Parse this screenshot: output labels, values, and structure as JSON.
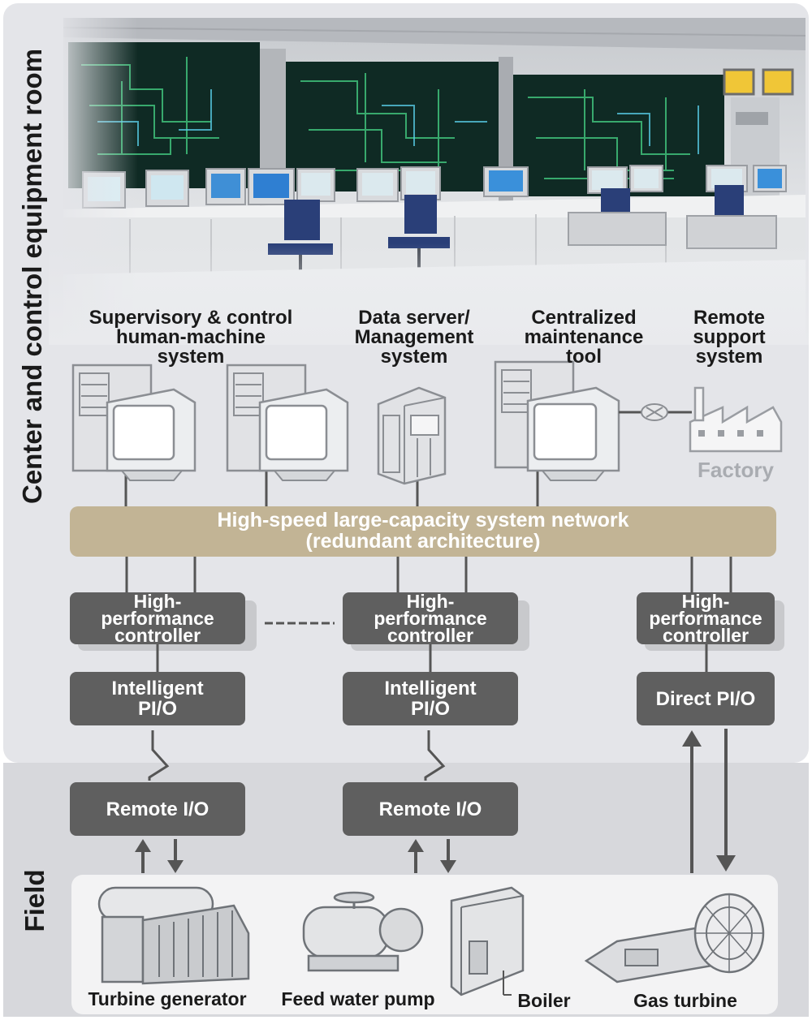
{
  "side_labels": {
    "control_room": "Center and control equipment room",
    "field": "Field"
  },
  "systems": [
    {
      "label": "Supervisory & control\nhuman-machine\nsystem"
    },
    {
      "label": "Data server/\nManagement\nsystem"
    },
    {
      "label": "Centralized\nmaintenance\ntool"
    },
    {
      "label": "Remote\nsupport\nsystem"
    }
  ],
  "factory_label": "Factory",
  "network": {
    "label": "High-speed large-capacity system network\n(redundant architecture)"
  },
  "controllers": [
    {
      "label": "High-\nperformance\ncontroller"
    },
    {
      "label": "High-\nperformance\ncontroller"
    },
    {
      "label": "High-\nperformance\ncontroller"
    }
  ],
  "io_modules": [
    {
      "label": "Intelligent\nPI/O"
    },
    {
      "label": "Intelligent\nPI/O"
    },
    {
      "label": "Direct PI/O"
    }
  ],
  "remote_io": [
    {
      "label": "Remote I/O"
    },
    {
      "label": "Remote I/O"
    }
  ],
  "field_equipment": [
    {
      "label": "Turbine generator"
    },
    {
      "label": "Feed water pump"
    },
    {
      "label": "Boiler"
    },
    {
      "label": "Gas turbine"
    }
  ],
  "colors": {
    "box_fill": "#5f5f5f",
    "network_fill": "#c2b495",
    "panel_bg": "#e4e5e9",
    "field_bg": "#d7d8dc",
    "connector": "#555555"
  }
}
